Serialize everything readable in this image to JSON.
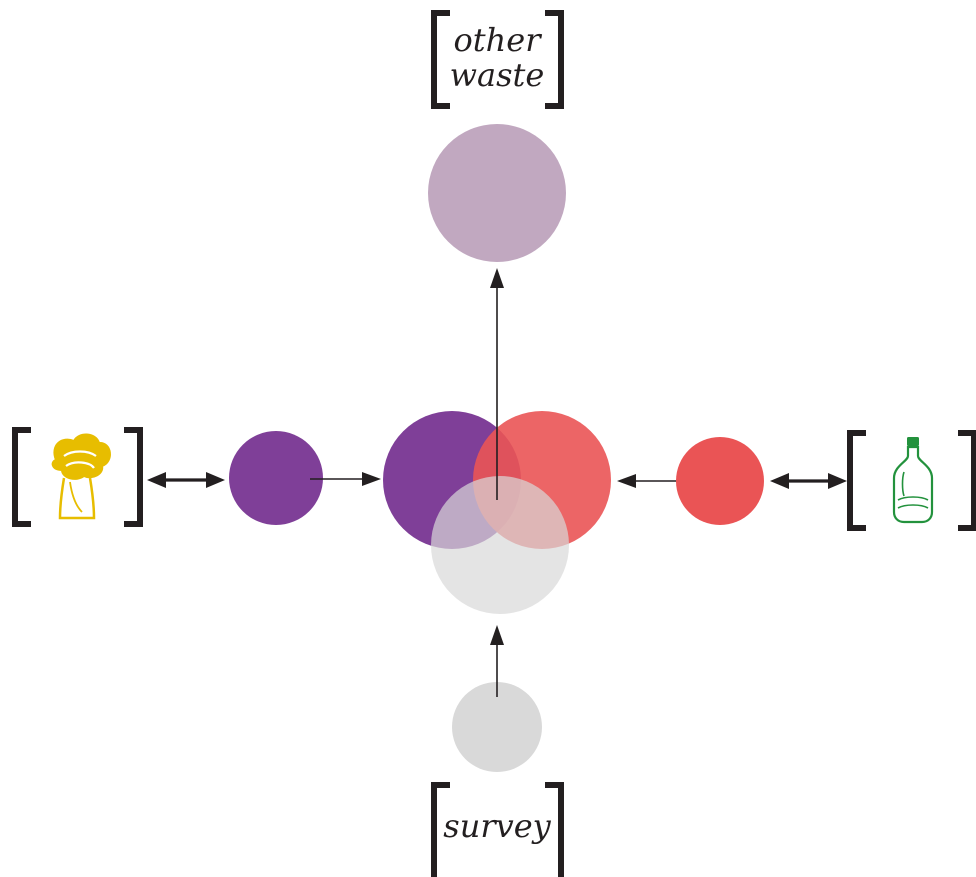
{
  "labels": {
    "top_line1": "other",
    "top_line2": "waste",
    "bottom": "survey"
  },
  "icons": {
    "left": "broccoli-icon",
    "right": "plastic-bottle-icon"
  },
  "colors": {
    "purple": "#7f3f98",
    "red": "#ea5455",
    "mauve": "#c1a8c0",
    "gray": "#d9d9d9",
    "yellow": "#e7bd00",
    "green": "#23923d",
    "ink": "#231f20"
  }
}
